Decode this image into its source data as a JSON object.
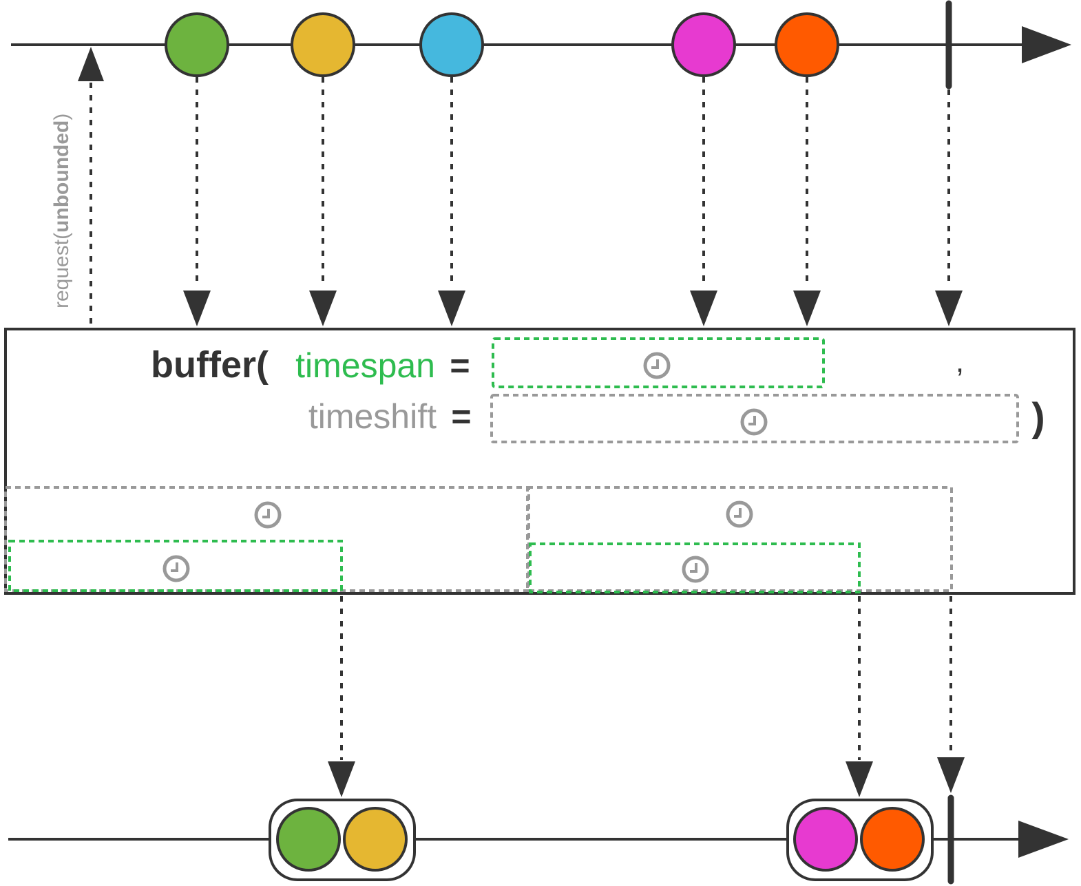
{
  "request_label": {
    "prefix": "request(",
    "bold": "unbounded",
    "suffix": ")"
  },
  "operator": {
    "name": "buffer(",
    "timespan_label": "timespan",
    "timeshift_label": "timeshift",
    "equals": "=",
    "comma": ",",
    "close_paren": ")"
  },
  "colors": {
    "line": "#333333",
    "timespan": "#2ebc4f",
    "timeshift": "#999999",
    "clock": "#999999",
    "green": "#6db33f",
    "yellow": "#e5b731",
    "blue": "#45b8de",
    "magenta": "#e73ad0",
    "orange": "#ff5a00"
  },
  "source_items": [
    {
      "color": "green",
      "name": "source-marble-green"
    },
    {
      "color": "yellow",
      "name": "source-marble-yellow"
    },
    {
      "color": "blue",
      "name": "source-marble-blue"
    },
    {
      "color": "magenta",
      "name": "source-marble-magenta"
    },
    {
      "color": "orange",
      "name": "source-marble-orange"
    }
  ],
  "output_buffers": [
    {
      "items": [
        "green",
        "yellow"
      ]
    },
    {
      "items": [
        "magenta",
        "orange"
      ]
    }
  ],
  "icons": [
    "clock-icon",
    "arrowhead-icon",
    "completion-marker"
  ]
}
